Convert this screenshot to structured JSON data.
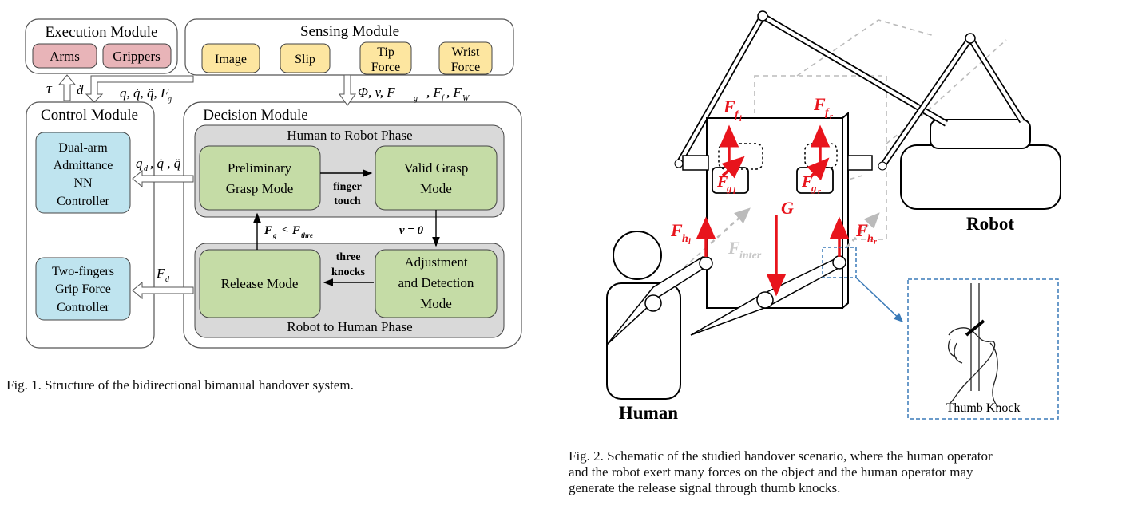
{
  "fig1": {
    "execution_module": {
      "title": "Execution Module",
      "arms": "Arms",
      "grippers": "Grippers"
    },
    "sensing_module": {
      "title": "Sensing Module",
      "image": "Image",
      "slip": "Slip",
      "tip_force": [
        "Tip",
        "Force"
      ],
      "wrist_force": [
        "Wrist",
        "Force"
      ]
    },
    "control_module": {
      "title": "Control Module",
      "admittance": [
        "Dual-arm",
        "Admittance",
        "NN",
        "Controller"
      ],
      "grip_force": [
        "Two-fingers",
        "Grip Force",
        "Controller"
      ]
    },
    "decision_module": {
      "title": "Decision Module",
      "h2r_phase": "Human to Robot Phase",
      "r2h_phase": "Robot to Human Phase",
      "preliminary": [
        "Preliminary",
        "Grasp Mode"
      ],
      "valid": [
        "Valid Grasp",
        "Mode"
      ],
      "release": "Release Mode",
      "adjustment": [
        "Adjustment",
        "and Detection",
        "Mode"
      ],
      "finger_touch": [
        "finger",
        "touch"
      ],
      "three_knocks": [
        "three",
        "knocks"
      ],
      "v_zero": "v = 0"
    },
    "signals": {
      "tau": "τ",
      "d_dot": "ḋ",
      "q_feedback": "q, q̇, q̈, F",
      "q_feedback_sub": "g",
      "sensing_out": "Φ, v, F",
      "sensing_subs": [
        "g",
        "f",
        "W"
      ],
      "qd": "q",
      "qd_sub": "d",
      "fd": "F",
      "fd_sub": "d",
      "fg": "F",
      "fg_sub": "g",
      "fthre": "F",
      "fthre_sub": "thre",
      "lt": "<"
    },
    "caption": "Fig. 1.   Structure of the bidirectional bimanual handover system."
  },
  "fig2": {
    "force_labels": {
      "ff_left": "F",
      "ff_left_sub": "f",
      "ff_left_subsub": "l",
      "ff_right": "F",
      "ff_right_sub": "f",
      "ff_right_subsub": "r",
      "fg_left": "F",
      "fg_left_sub": "g",
      "fg_left_subsub": "l",
      "fg_right": "F",
      "fg_right_sub": "g",
      "fg_right_subsub": "r",
      "fh_left": "F",
      "fh_left_sub": "h",
      "fh_left_subsub": "l",
      "fh_right": "F",
      "fh_right_sub": "h",
      "fh_right_subsub": "r",
      "gravity": "G",
      "f_inter": "F",
      "f_inter_sub": "inter"
    },
    "robot_label": "Robot",
    "human_label": "Human",
    "thumb_knock": "Thumb Knock",
    "caption": [
      "Fig. 2.   Schematic of the studied handover scenario, where the human operator",
      "and the robot exert many forces on the object and the human operator may",
      "generate the release signal through thumb knocks."
    ]
  },
  "colors": {
    "red_box": "#e8b4b8",
    "yellow_box": "#fde6a0",
    "blue_box": "#bfe4ef",
    "green_box": "#c5dca6",
    "gray_phase": "#d9d9d9",
    "force_red": "#e8141c",
    "thumb_frame": "#3a7ab8"
  }
}
